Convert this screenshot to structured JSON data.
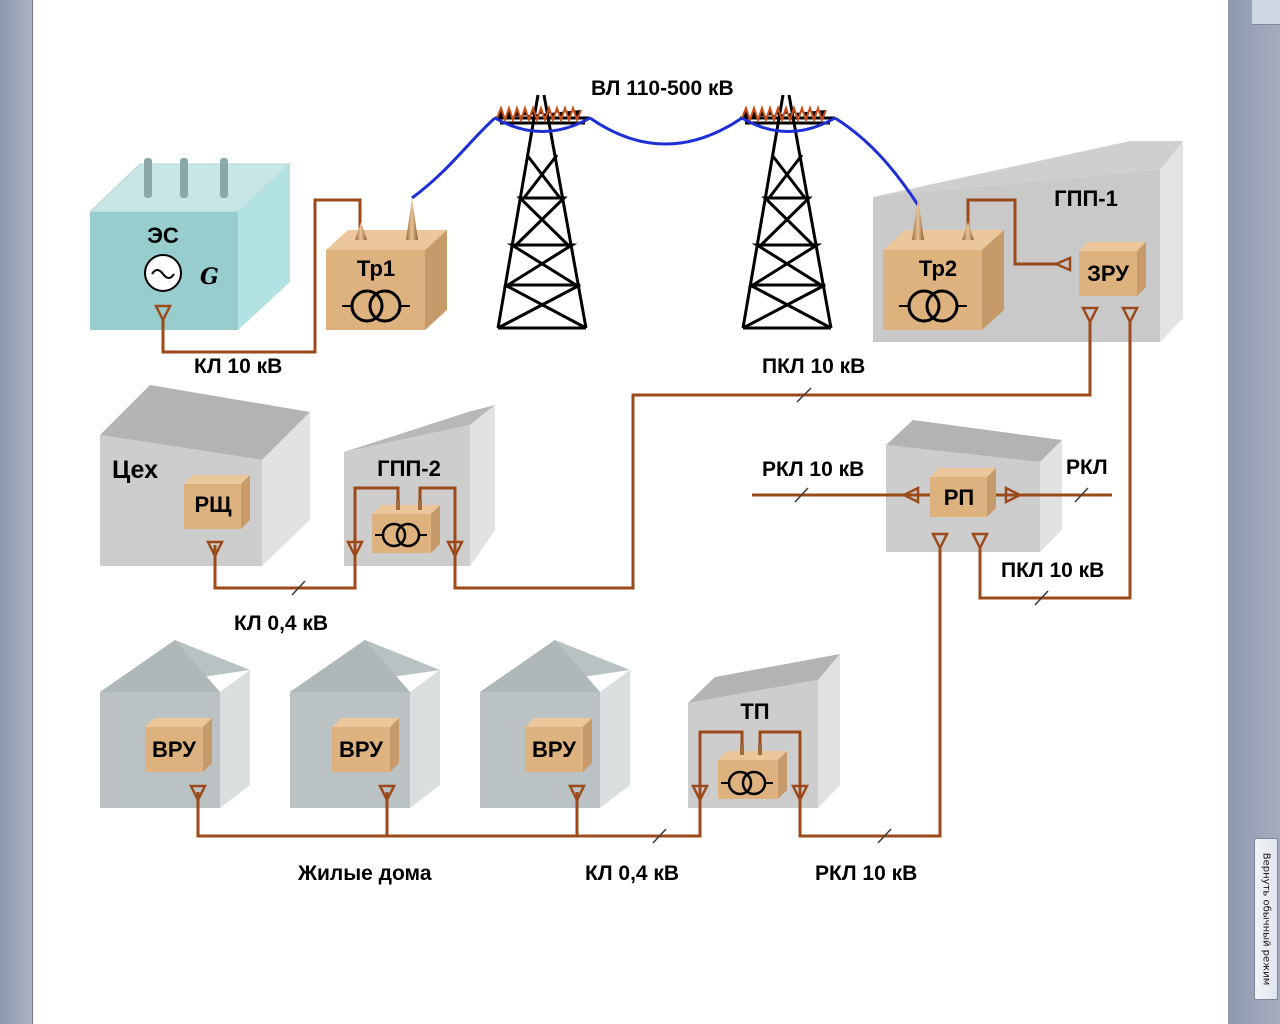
{
  "diagram": {
    "labels": {
      "overhead_line": "ВЛ 110-500 кВ",
      "cable_10_top": "КЛ 10 кВ",
      "pkl_10_upper": "ПКЛ 10 кВ",
      "rkl_10_left": "РКЛ 10 кВ",
      "rkl_right": "РКЛ",
      "pkl_10_lower": "ПКЛ 10 кВ",
      "cable_04_upper": "КЛ 0,4 кВ",
      "residential": "Жилые дома",
      "cable_04_lower": "КЛ 0,4 кВ",
      "rkl_10_bottom": "РКЛ 10 кВ"
    },
    "blocks": {
      "power_station": "ЭС",
      "generator": "G",
      "transformer_1": "Тр1",
      "gpp_1": "ГПП-1",
      "transformer_2": "Тр2",
      "zru": "ЗРУ",
      "workshop": "Цех",
      "rsch": "РЩ",
      "gpp_2": "ГПП-2",
      "rp": "РП",
      "vru_1": "ВРУ",
      "vru_2": "ВРУ",
      "vru_3": "ВРУ",
      "tp": "ТП"
    }
  },
  "ui": {
    "mode_button_label": "Вернуть обычный режим"
  },
  "colors": {
    "cable": "#9c4a1a",
    "overhead_wire": "#1f2fd6",
    "equipment_box": "#deb27f",
    "building": "#cfcfcf",
    "station": "#97cdcd"
  }
}
